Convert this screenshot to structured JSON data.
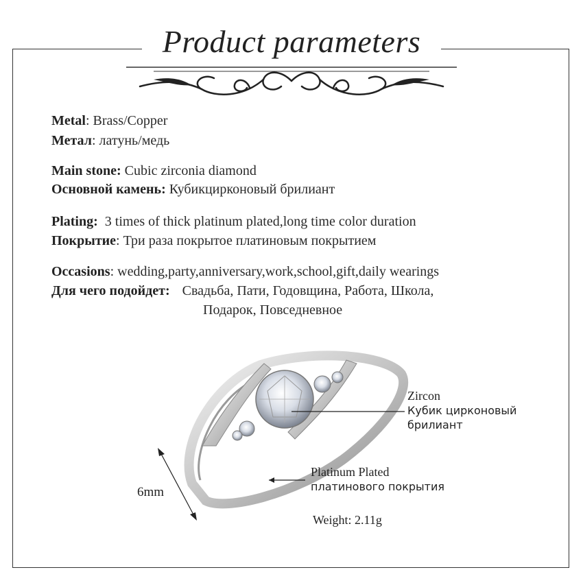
{
  "title": "Product parameters",
  "specs": {
    "metal": {
      "label_en": "Metal",
      "value_en": ": Brass/Copper",
      "label_ru": "Метал",
      "value_ru": ": латунь/медь"
    },
    "stone": {
      "label_en": "Main stone:",
      "value_en": " Cubic zirconia diamond",
      "label_ru": "Основной камень:",
      "value_ru": " Кубикцирконовый брилиант"
    },
    "plating": {
      "label_en": "Plating:",
      "value_en": "  3 times of thick platinum plated,long time color duration",
      "label_ru": "Покрытие",
      "value_ru": ": Три раза покрытое платиновым покрытием"
    },
    "occasions": {
      "label_en": "Occasions",
      "value_en": ": wedding,party,anniversary,work,school,gift,daily wearings",
      "label_ru": "Для чего подойдет:",
      "value_ru_line1": "Свадьба, Пати, Годовщина, Работа, Школа,",
      "value_ru_line2": "Подарок, Повседневное"
    }
  },
  "annotations": {
    "zircon_en": "Zircon",
    "zircon_ru_line1": "Кубик цирконовый",
    "zircon_ru_line2": "брилиант",
    "plated_en": "Platinum Plated",
    "plated_ru": "платинового покрытия",
    "width": "6mm",
    "weight": "Weight: 2.11g"
  },
  "colors": {
    "text": "#222222",
    "border": "#333333",
    "background": "#ffffff"
  }
}
